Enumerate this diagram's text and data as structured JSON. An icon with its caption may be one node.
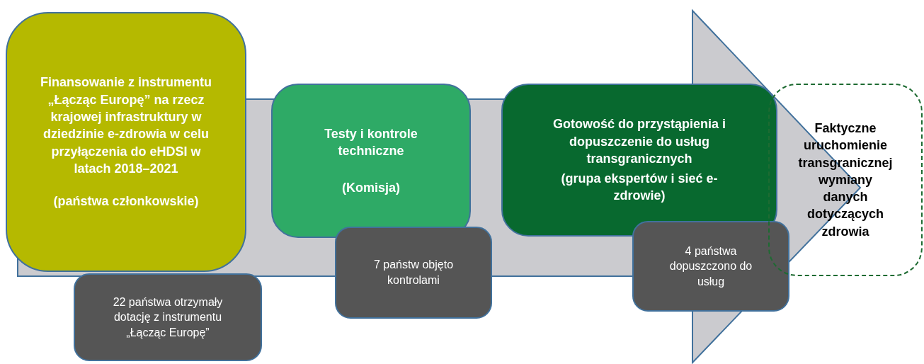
{
  "diagram": {
    "nodes": [
      {
        "text": [
          "Finansowanie z instrumentu „Łącząc Europę” na rzecz krajowej infrastruktury w dziedzinie e-zdrowia w celu przyłączenia do eHDSI w latach 2018–2021",
          "(państwa członkowskie)"
        ]
      },
      {
        "text": [
          "22 państwa otrzymały dotację z instrumentu „Łącząc Europę”"
        ]
      },
      {
        "text": [
          "Testy i kontrole techniczne",
          "(Komisja)"
        ]
      },
      {
        "text": [
          "7 państw objęto kontrolami"
        ]
      },
      {
        "text": [
          "Gotowość do przystąpienia i dopuszczenie do usług transgranicznych",
          "(grupa ekspertów i sieć e-zdrowie)"
        ]
      },
      {
        "text": [
          "4 państwa dopuszczono do usług"
        ]
      },
      {
        "text": [
          "Faktyczne uruchomienie transgranicznej wymiany danych dotyczących zdrowia"
        ]
      }
    ],
    "edges": [
      {
        "from": 0,
        "to": 6,
        "arrow": "to"
      }
    ]
  }
}
